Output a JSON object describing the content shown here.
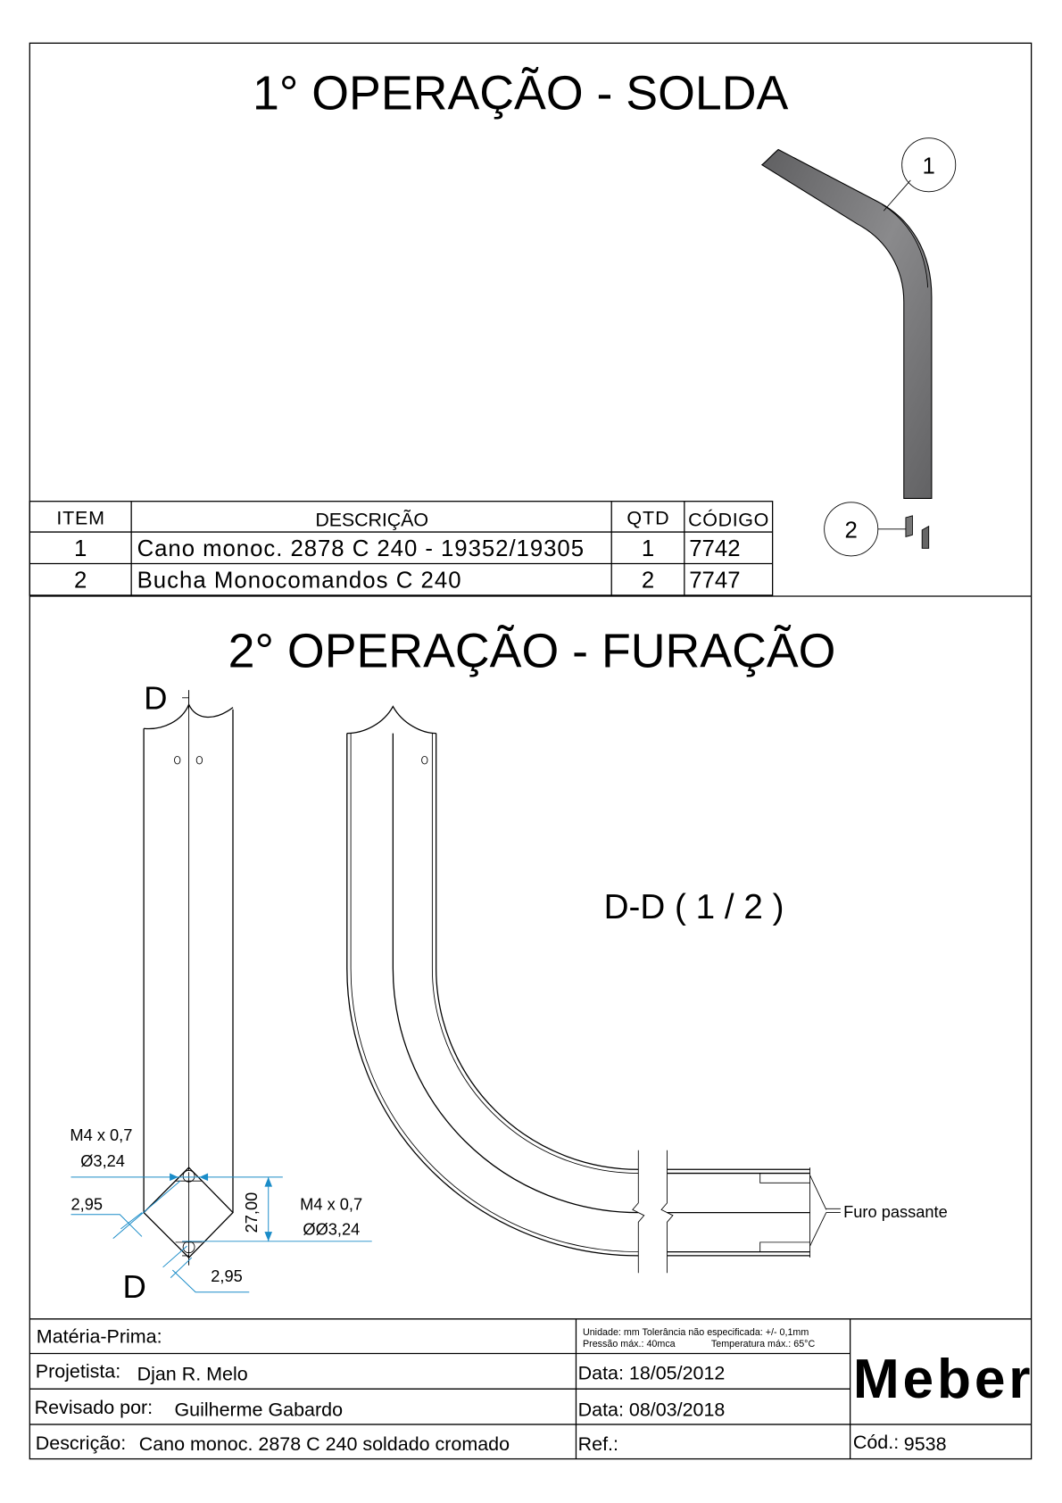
{
  "op1": {
    "title": "1° OPERAÇÃO - SOLDA",
    "balloon1": "1",
    "balloon2": "2"
  },
  "bom": {
    "headers": [
      "ITEM",
      "DESCRIÇÃO",
      "QTD",
      "CÓDIGO"
    ],
    "rows": [
      {
        "item": "1",
        "desc": "Cano monoc. 2878 C 240 - 19352/19305",
        "qtd": "1",
        "cod": "7742"
      },
      {
        "item": "2",
        "desc": "Bucha Monocomandos C 240",
        "qtd": "2",
        "cod": "7747"
      }
    ]
  },
  "op2": {
    "title": "2° OPERAÇÃO - FURAÇÃO",
    "section_top": "D",
    "section_bottom": "D",
    "section_label": "D-D ( 1 / 2 )",
    "thread_left_1": "M4 x 0,7",
    "thread_left_2": "Ø3,24",
    "thread_right_1": "M4 x 0,7",
    "thread_right_2": "ØØ3,24",
    "dim_left": "2,95",
    "dim_bottom": "2,95",
    "dim_height": "27,00",
    "note": "Furo passante"
  },
  "titleblock": {
    "materia": "Matéria-Prima:",
    "unidade": "Unidade: mm Tolerância não especificada: +/- 0,1mm",
    "pressao": "Pressão máx.: 40mca",
    "temperatura": "Temperatura máx.: 65°C",
    "projetista_label": "Projetista:",
    "projetista": "Djan R. Melo",
    "data1": "Data: 18/05/2012",
    "revisado_label": "Revisado por:",
    "revisado": "Guilherme Gabardo",
    "data2": "Data: 08/03/2018",
    "descricao_label": "Descrição:",
    "descricao": "Cano monoc. 2878 C 240 soldado cromado",
    "ref": "Ref.:",
    "cod_label": "Cód.:",
    "cod": "9538",
    "logo": "Meber"
  },
  "colors": {
    "dimension": "#1a8cc8",
    "part": "#6b6b6d"
  }
}
